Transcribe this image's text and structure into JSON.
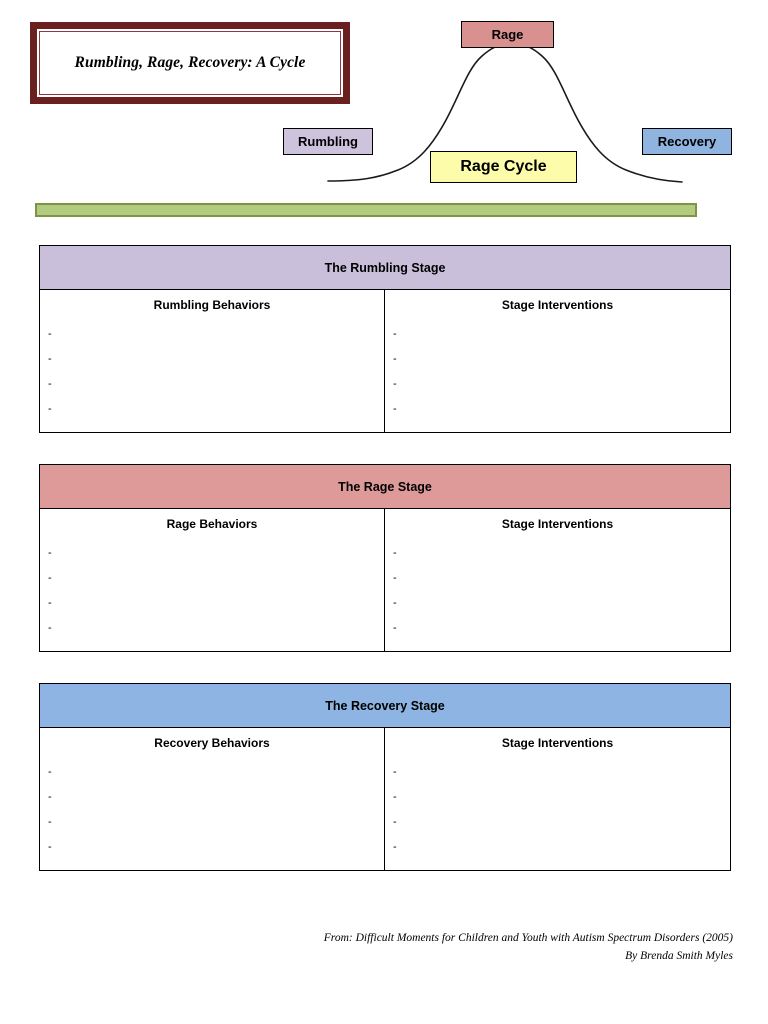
{
  "title": {
    "text": "Rumbling, Rage, Recovery:  A Cycle"
  },
  "diagram": {
    "name": "rage-cycle-curve",
    "labels": {
      "rage": "Rage",
      "rumbling": "Rumbling",
      "recovery": "Recovery",
      "cycle": "Rage Cycle"
    },
    "colors": {
      "rage": "#d9918f",
      "rumbling": "#cdc3dd",
      "recovery": "#8fb4e0",
      "cycle": "#fcfcab",
      "curve_stroke": "#1a1a1a"
    }
  },
  "divider": {
    "fill": "#b2cb7e",
    "border": "#7d9445"
  },
  "bullet_marker": "-",
  "stages": [
    {
      "header": "The Rumbling Stage",
      "header_color": "#c9bfdb",
      "behaviors_title": "Rumbling Behaviors",
      "interventions_title": "Stage Interventions",
      "behaviors": [
        "-",
        "-",
        "-",
        "-"
      ],
      "interventions": [
        "-",
        "-",
        "-",
        "-"
      ]
    },
    {
      "header": "The Rage Stage",
      "header_color": "#dd9a98",
      "behaviors_title": "Rage Behaviors",
      "interventions_title": "Stage Interventions",
      "behaviors": [
        "-",
        "-",
        "-",
        "-"
      ],
      "interventions": [
        "-",
        "-",
        "-",
        "-"
      ]
    },
    {
      "header": "The Recovery Stage",
      "header_color": "#8db4e2",
      "behaviors_title": "Recovery Behaviors",
      "interventions_title": "Stage Interventions",
      "behaviors": [
        "-",
        "-",
        "-",
        "-"
      ],
      "interventions": [
        "-",
        "-",
        "-",
        "-"
      ]
    }
  ],
  "footer": {
    "line1": "From:  Difficult Moments for Children and Youth with Autism Spectrum Disorders (2005)",
    "line2": "By Brenda Smith Myles"
  }
}
